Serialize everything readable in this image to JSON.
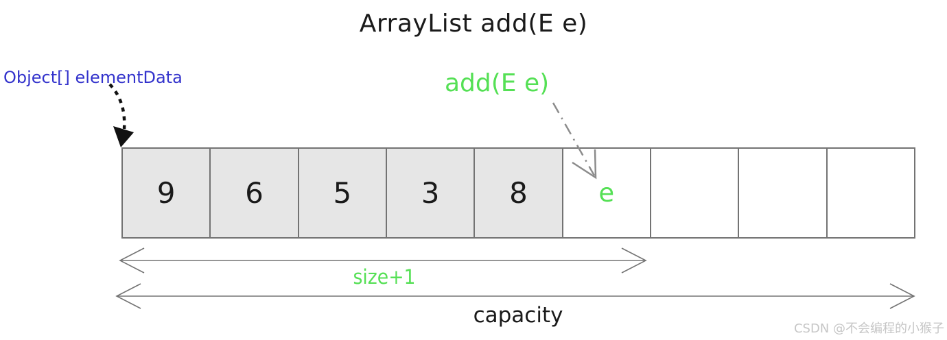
{
  "title": "ArrayList add(E e)",
  "labels": {
    "element_data": "Object[] elementData",
    "add_method": "add(E e)",
    "size": "size+1",
    "capacity": "capacity"
  },
  "array": {
    "cells": [
      {
        "value": "9",
        "filled": true,
        "highlight": false
      },
      {
        "value": "6",
        "filled": true,
        "highlight": false
      },
      {
        "value": "5",
        "filled": true,
        "highlight": false
      },
      {
        "value": "3",
        "filled": true,
        "highlight": false
      },
      {
        "value": "8",
        "filled": true,
        "highlight": false
      },
      {
        "value": "e",
        "filled": false,
        "highlight": true
      },
      {
        "value": "",
        "filled": false,
        "highlight": false
      },
      {
        "value": "",
        "filled": false,
        "highlight": false
      },
      {
        "value": "",
        "filled": false,
        "highlight": false
      }
    ]
  },
  "watermark": "CSDN @不会编程的小猴子",
  "colors": {
    "green": "#55e055",
    "blue": "#3333cc",
    "cell_fill": "#e6e6e6",
    "cell_border": "#737373",
    "arrow_gray": "#8c8c8c",
    "text_dark": "#1a1a1a",
    "watermark_gray": "#c6c6c6"
  }
}
